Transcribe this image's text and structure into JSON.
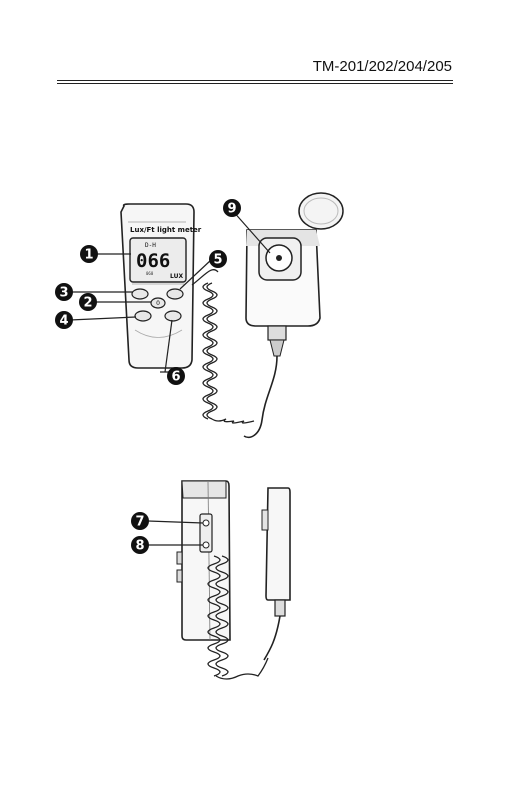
{
  "header": {
    "model_numbers": "TM-201/202/204/205"
  },
  "figure_top": {
    "meter_label": "Lux/Ft light meter",
    "screen_mode": "D-H",
    "screen_reading": "066",
    "screen_unit": "LUX",
    "screen_small": "060",
    "callouts": [
      "1",
      "2",
      "3",
      "4",
      "5",
      "6",
      "9"
    ]
  },
  "figure_bottom": {
    "callouts": [
      "7",
      "8"
    ]
  }
}
